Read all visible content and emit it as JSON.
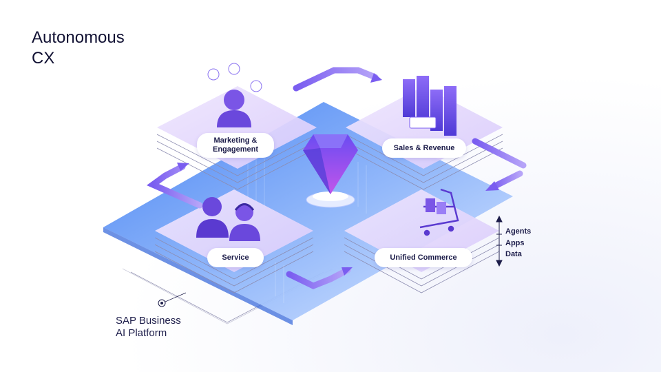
{
  "title": {
    "line1": "Autonomous",
    "line2": "CX"
  },
  "nodes": {
    "marketing": {
      "line1": "Marketing &",
      "line2": "Engagement"
    },
    "sales": {
      "label": "Sales & Revenue"
    },
    "service": {
      "label": "Service"
    },
    "commerce": {
      "label": "Unified Commerce"
    }
  },
  "platform": {
    "line1": "SAP Business",
    "line2": "AI Platform"
  },
  "layers": [
    "Agents",
    "Apps",
    "Data"
  ],
  "colors": {
    "platform_blue": "#5b8ef0",
    "accent_purple": "#7b5cf0",
    "tile_lavender": "#e6dcfb",
    "text_dark": "#1d1d4a"
  },
  "icons": [
    "people-icon",
    "bar-chart-icon",
    "support-agent-icon",
    "shopping-cart-icon",
    "gem-icon",
    "money-icon",
    "chat-bubble-icon"
  ]
}
